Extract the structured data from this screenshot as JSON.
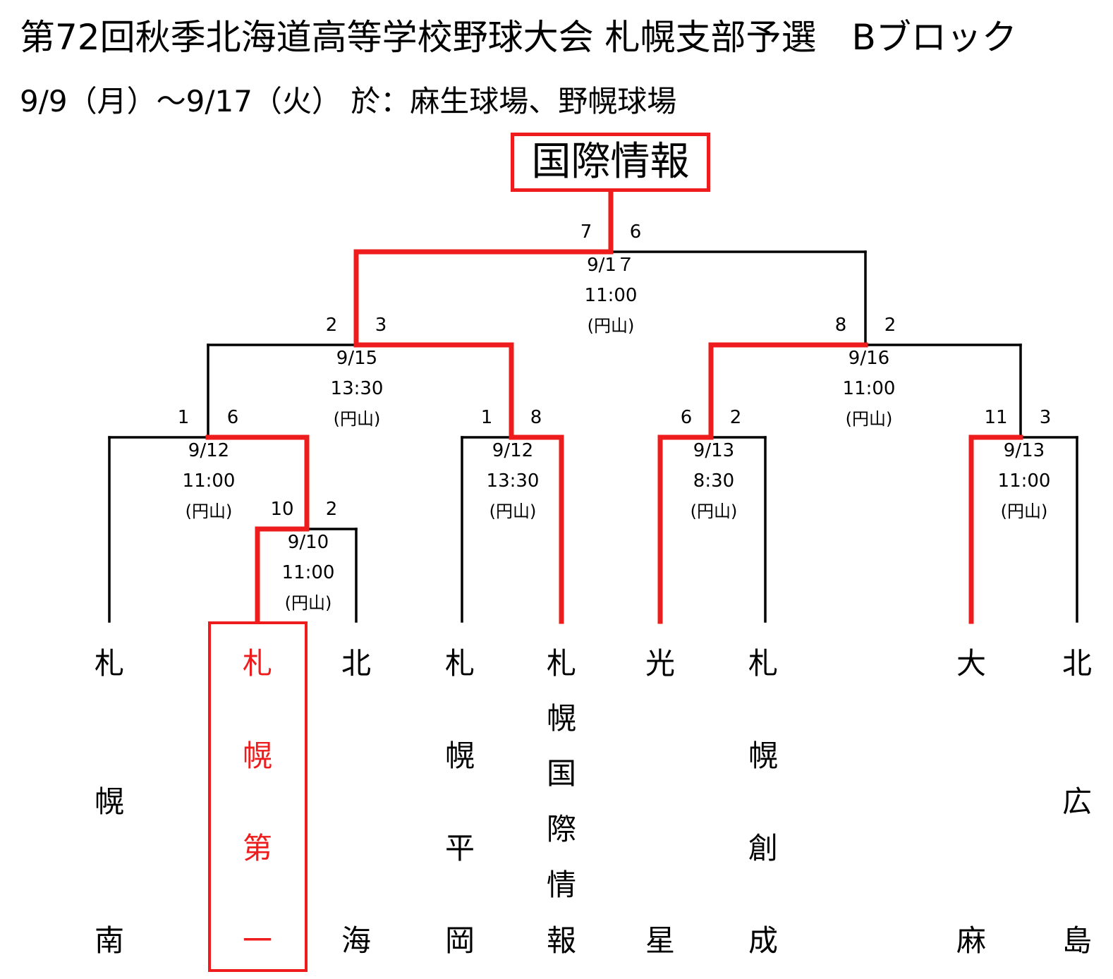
{
  "header": {
    "title": "第72回秋季北海道高等学校野球大会 札幌支部予選　Bブロック",
    "subtitle": "9/9（月）～9/17（火） 於：麻生球場、野幌球場"
  },
  "champion": "国際情報",
  "colors": {
    "winner_line": "#ee1c1c",
    "line": "#000000"
  },
  "games": [
    {
      "id": "r1",
      "left_score": "10",
      "right_score": "2",
      "date": "9/10",
      "time": "11:00",
      "venue": "(円山)"
    },
    {
      "id": "q1",
      "left_score": "1",
      "right_score": "6",
      "date": "9/12",
      "time": "11:00",
      "venue": "(円山)"
    },
    {
      "id": "q2",
      "left_score": "1",
      "right_score": "8",
      "date": "9/12",
      "time": "13:30",
      "venue": "(円山)"
    },
    {
      "id": "q3",
      "left_score": "6",
      "right_score": "2",
      "date": "9/13",
      "time": "8:30",
      "venue": "(円山)"
    },
    {
      "id": "q4",
      "left_score": "11",
      "right_score": "3",
      "date": "9/13",
      "time": "11:00",
      "venue": "(円山)"
    },
    {
      "id": "s1",
      "left_score": "2",
      "right_score": "3",
      "date": "9/15",
      "time": "13:30",
      "venue": "(円山)"
    },
    {
      "id": "s2",
      "left_score": "8",
      "right_score": "2",
      "date": "9/16",
      "time": "11:00",
      "venue": "(円山)"
    },
    {
      "id": "f",
      "left_score": "7",
      "right_score": "6",
      "date": "9/1７",
      "time": "11:00",
      "venue": "(円山)"
    }
  ],
  "teams": [
    {
      "name": "札幌南",
      "chars": [
        "札",
        "幌",
        "南"
      ]
    },
    {
      "name": "札幌第一",
      "chars": [
        "札",
        "幌",
        "第",
        "一"
      ]
    },
    {
      "name": "北海",
      "chars": [
        "北",
        "海"
      ]
    },
    {
      "name": "札幌平岡",
      "chars": [
        "札",
        "幌",
        "平",
        "岡"
      ]
    },
    {
      "name": "札幌国際情報",
      "chars": [
        "札",
        "幌",
        "国",
        "際",
        "情",
        "報"
      ]
    },
    {
      "name": "光星",
      "chars": [
        "光",
        "星"
      ]
    },
    {
      "name": "札幌創成",
      "chars": [
        "札",
        "幌",
        "創",
        "成"
      ]
    },
    {
      "name": "大麻",
      "chars": [
        "大",
        "麻"
      ]
    },
    {
      "name": "北広島",
      "chars": [
        "北",
        "広",
        "島"
      ]
    }
  ]
}
